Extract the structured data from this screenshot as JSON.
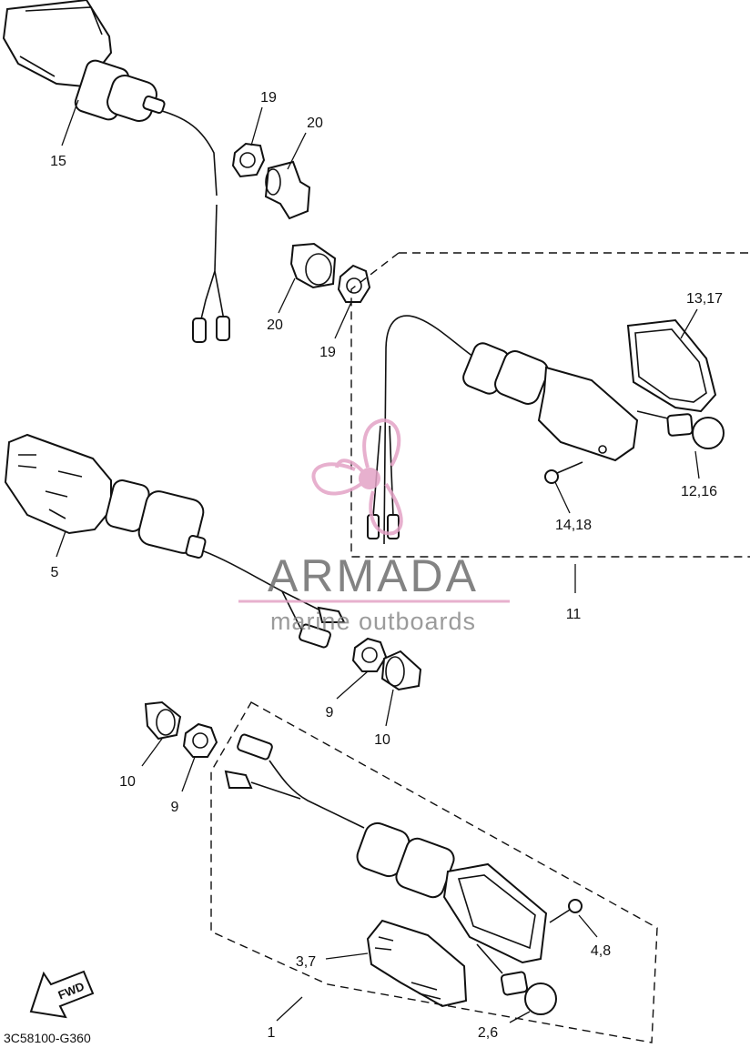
{
  "diagram_code": "3C58100-G360",
  "watermark": {
    "brand": "ARMADA",
    "tagline": "marine outboards"
  },
  "fwd_label": "FWD",
  "callouts": {
    "c15": "15",
    "c19a": "19",
    "c20a": "20",
    "c20b": "20",
    "c19b": "19",
    "c13_17": "13,17",
    "c12_16": "12,16",
    "c14_18": "14,18",
    "c11": "11",
    "c5": "5",
    "c9a": "9",
    "c10a": "10",
    "c10b": "10",
    "c9b": "9",
    "c3_7": "3,7",
    "c4_8": "4,8",
    "c2_6": "2,6",
    "c1": "1"
  },
  "colors": {
    "line": "#111111",
    "watermark_pink": "#e3a3c6",
    "watermark_gray": "#6e6e6e"
  }
}
